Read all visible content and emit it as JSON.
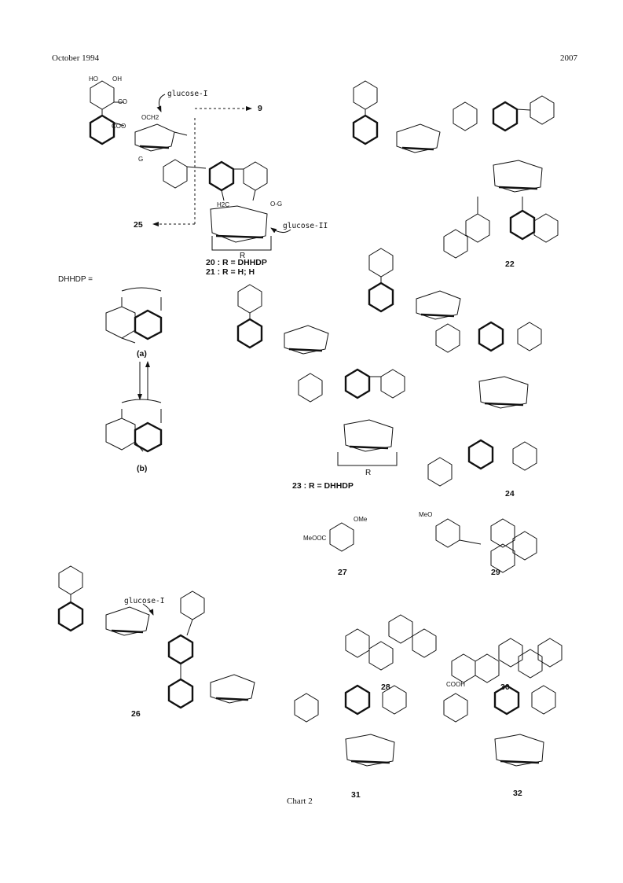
{
  "header": {
    "left": "October 1994",
    "right": "2007"
  },
  "labels": {
    "arrow_to_9": "9",
    "arrow_to_25": "25",
    "c20": "20 : R = DHHDP",
    "c21": "21 : R = H; H",
    "c22": "22",
    "c23": "23 : R = DHHDP",
    "c24": "24",
    "c26": "26",
    "c27": "27",
    "c28": "28",
    "c29": "29",
    "c30": "30",
    "c31": "31",
    "c32": "32",
    "dhhdp": "DHHDP =",
    "form_a": "(a)",
    "form_b": "(b)",
    "glucose1": "glucose-I",
    "glucose2": "glucose-II",
    "glucose1b": "glucose-I",
    "r_top": "R",
    "r_23": "R"
  },
  "groups": {
    "coo": "COO",
    "co": "CO",
    "och2": "OCH2",
    "oh": "OH",
    "ho": "HO",
    "g": "G",
    "og": "O-G",
    "meooc": "MeOOC",
    "ome": "OMe",
    "meo": "MeO",
    "cooh": "COOH",
    "h2c": "H2C"
  },
  "caption": "Chart 2"
}
